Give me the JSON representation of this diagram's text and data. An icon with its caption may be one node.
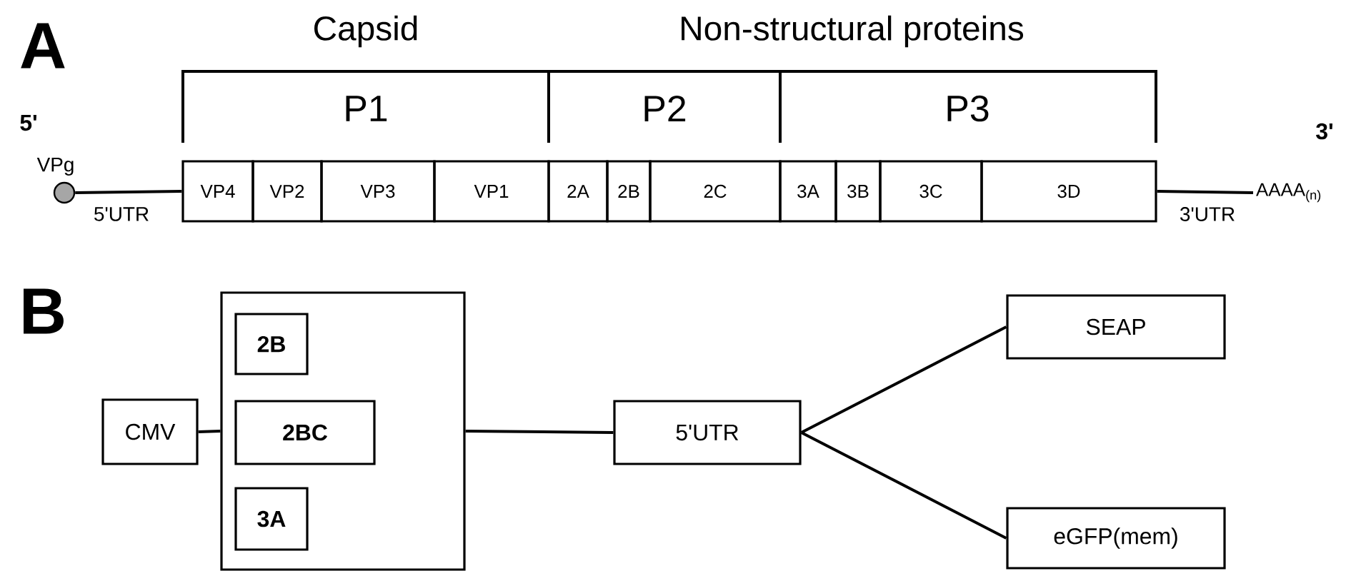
{
  "diagram": {
    "nodes": [
      {
        "text": [
          "VPg"
        ]
      },
      {
        "text": [
          "VP4"
        ]
      },
      {
        "text": [
          "VP2"
        ]
      },
      {
        "text": [
          "VP3"
        ]
      },
      {
        "text": [
          "VP1"
        ]
      },
      {
        "text": [
          "2A"
        ]
      },
      {
        "text": [
          "2B"
        ]
      },
      {
        "text": [
          "2C"
        ]
      },
      {
        "text": [
          "3A"
        ]
      },
      {
        "text": [
          "3B"
        ]
      },
      {
        "text": [
          "3C"
        ]
      },
      {
        "text": [
          "3D"
        ]
      },
      {
        "text": [
          "AAAA$_{(n)}$"
        ]
      },
      {
        "text": [
          "CMV"
        ]
      },
      {
        "text": [],
        "shape": "box"
      },
      {
        "text": [
          "2B"
        ],
        "in": 14
      },
      {
        "text": [
          "2BC"
        ],
        "in": 14
      },
      {
        "text": [
          "3A"
        ],
        "in": 14
      },
      {
        "text": [
          "5'UTR"
        ]
      },
      {
        "text": [
          "SEAP"
        ]
      },
      {
        "text": [
          "eGFP(mem)"
        ]
      }
    ],
    "edges": [
      {
        "from": 0,
        "to": 1,
        "arrow": "none",
        "label": "5'UTR"
      },
      {
        "from": 11,
        "to": 12,
        "arrow": "none",
        "label": "3'UTR"
      },
      {
        "from": 13,
        "to": 14,
        "arrow": "none"
      },
      {
        "from": 14,
        "to": 18,
        "arrow": "none"
      },
      {
        "from": 18,
        "to": 19,
        "arrow": "none"
      },
      {
        "from": 18,
        "to": 20,
        "arrow": "none"
      }
    ],
    "labels": [
      "A",
      "Capsid",
      "Non-structural proteins",
      "P1",
      "P2",
      "P3",
      "5'",
      "3'",
      "B"
    ]
  }
}
